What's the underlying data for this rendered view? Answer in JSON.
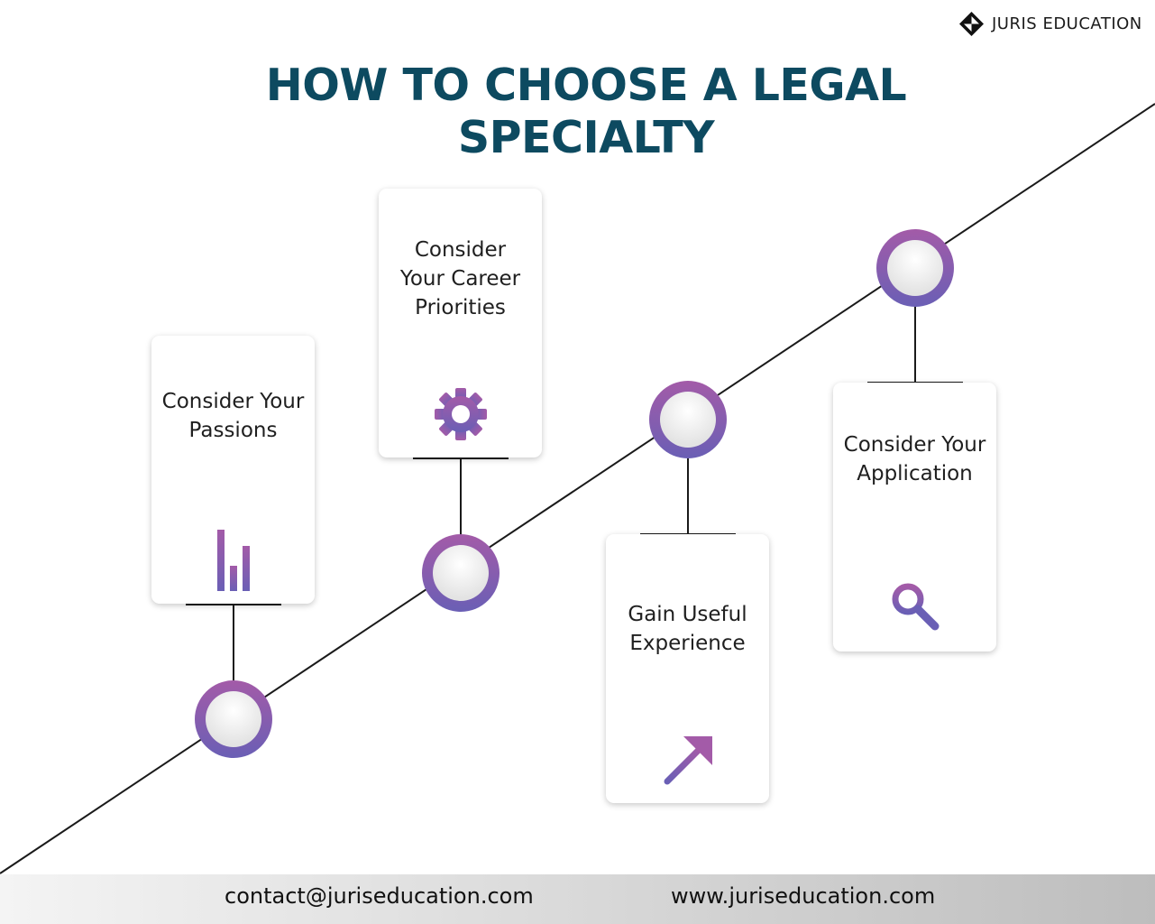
{
  "brand": {
    "name": "JURIS EDUCATION",
    "logo_icon": "juris-logo-icon"
  },
  "title": {
    "line1": "HOW TO CHOOSE A LEGAL",
    "line2": "SPECIALTY"
  },
  "steps": [
    {
      "line1": "Consider Your",
      "line2": "Passions",
      "icon": "bar-chart-icon"
    },
    {
      "line1": "Consider",
      "line2": "Your Career",
      "line3": "Priorities",
      "icon": "gear-icon"
    },
    {
      "line1": "Gain Useful",
      "line2": "Experience",
      "icon": "arrow-up-right-icon"
    },
    {
      "line1": "Consider Your",
      "line2": "Application",
      "icon": "magnifier-icon"
    }
  ],
  "footer": {
    "email": "contact@juriseducation.com",
    "website": "www.juriseducation.com"
  },
  "colors": {
    "title": "#0d4a60",
    "accent_top": "#a35ba8",
    "accent_bottom": "#6a5fb5",
    "line": "#1a1a1a"
  }
}
